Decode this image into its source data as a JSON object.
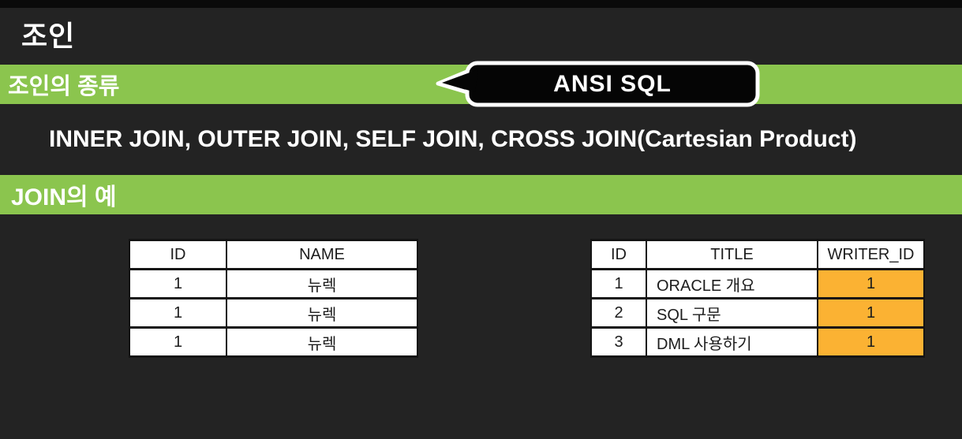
{
  "page": {
    "title": "조인",
    "section1_label": "조인의 종류",
    "bubble_label": "ANSI SQL",
    "join_types_text": "INNER JOIN, OUTER JOIN, SELF JOIN, CROSS JOIN(Cartesian Product)",
    "section2_label": "JOIN의 예"
  },
  "member_table": {
    "headers": [
      "ID",
      "NAME"
    ],
    "rows": [
      [
        "1",
        "뉴렉"
      ],
      [
        "1",
        "뉴렉"
      ],
      [
        "1",
        "뉴렉"
      ]
    ]
  },
  "board_table": {
    "headers": [
      "ID",
      "TITLE",
      "WRITER_ID"
    ],
    "rows": [
      [
        "1",
        "ORACLE 개요",
        "1"
      ],
      [
        "2",
        "SQL 구문",
        "1"
      ],
      [
        "3",
        "DML 사용하기",
        "1"
      ]
    ],
    "highlight_column": "WRITER_ID"
  },
  "colors": {
    "background": "#232323",
    "top_strip": "#0a0a0a",
    "section_header_green": "#8bc54e",
    "highlight_orange": "#fbb233",
    "bubble_fill": "#050505",
    "bubble_border": "#ffffff",
    "text_light": "#ffffff",
    "table_text": "#1c1c1c"
  }
}
